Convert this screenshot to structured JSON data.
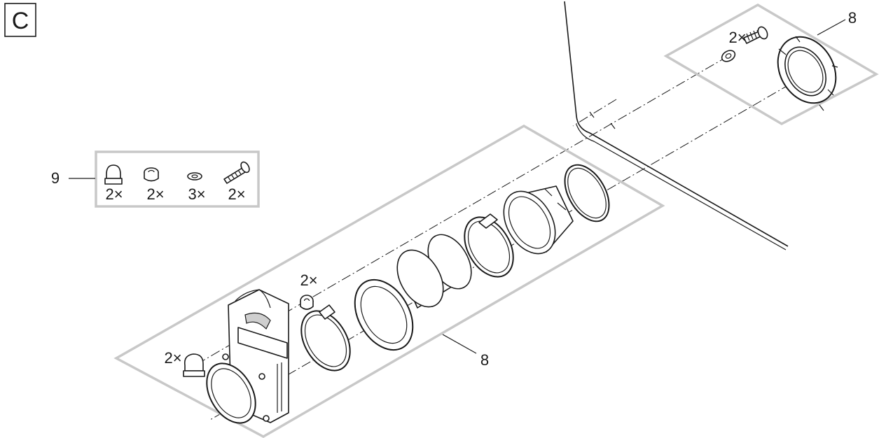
{
  "figure": {
    "section_letter": "C",
    "callouts": {
      "kit_fasteners": "9",
      "kit_upper": "8",
      "kit_main": "8"
    },
    "quantities": {
      "cap_nut": "2×",
      "hex_nut": "2×",
      "washer": "3×",
      "bolt": "2×",
      "upper_bolt": "2×",
      "nut_on_valve": "2×",
      "cap_nut_on_valve": "2×"
    },
    "icons": [
      "cap-nut-icon",
      "hex-nut-icon",
      "washer-icon",
      "bolt-icon"
    ]
  }
}
